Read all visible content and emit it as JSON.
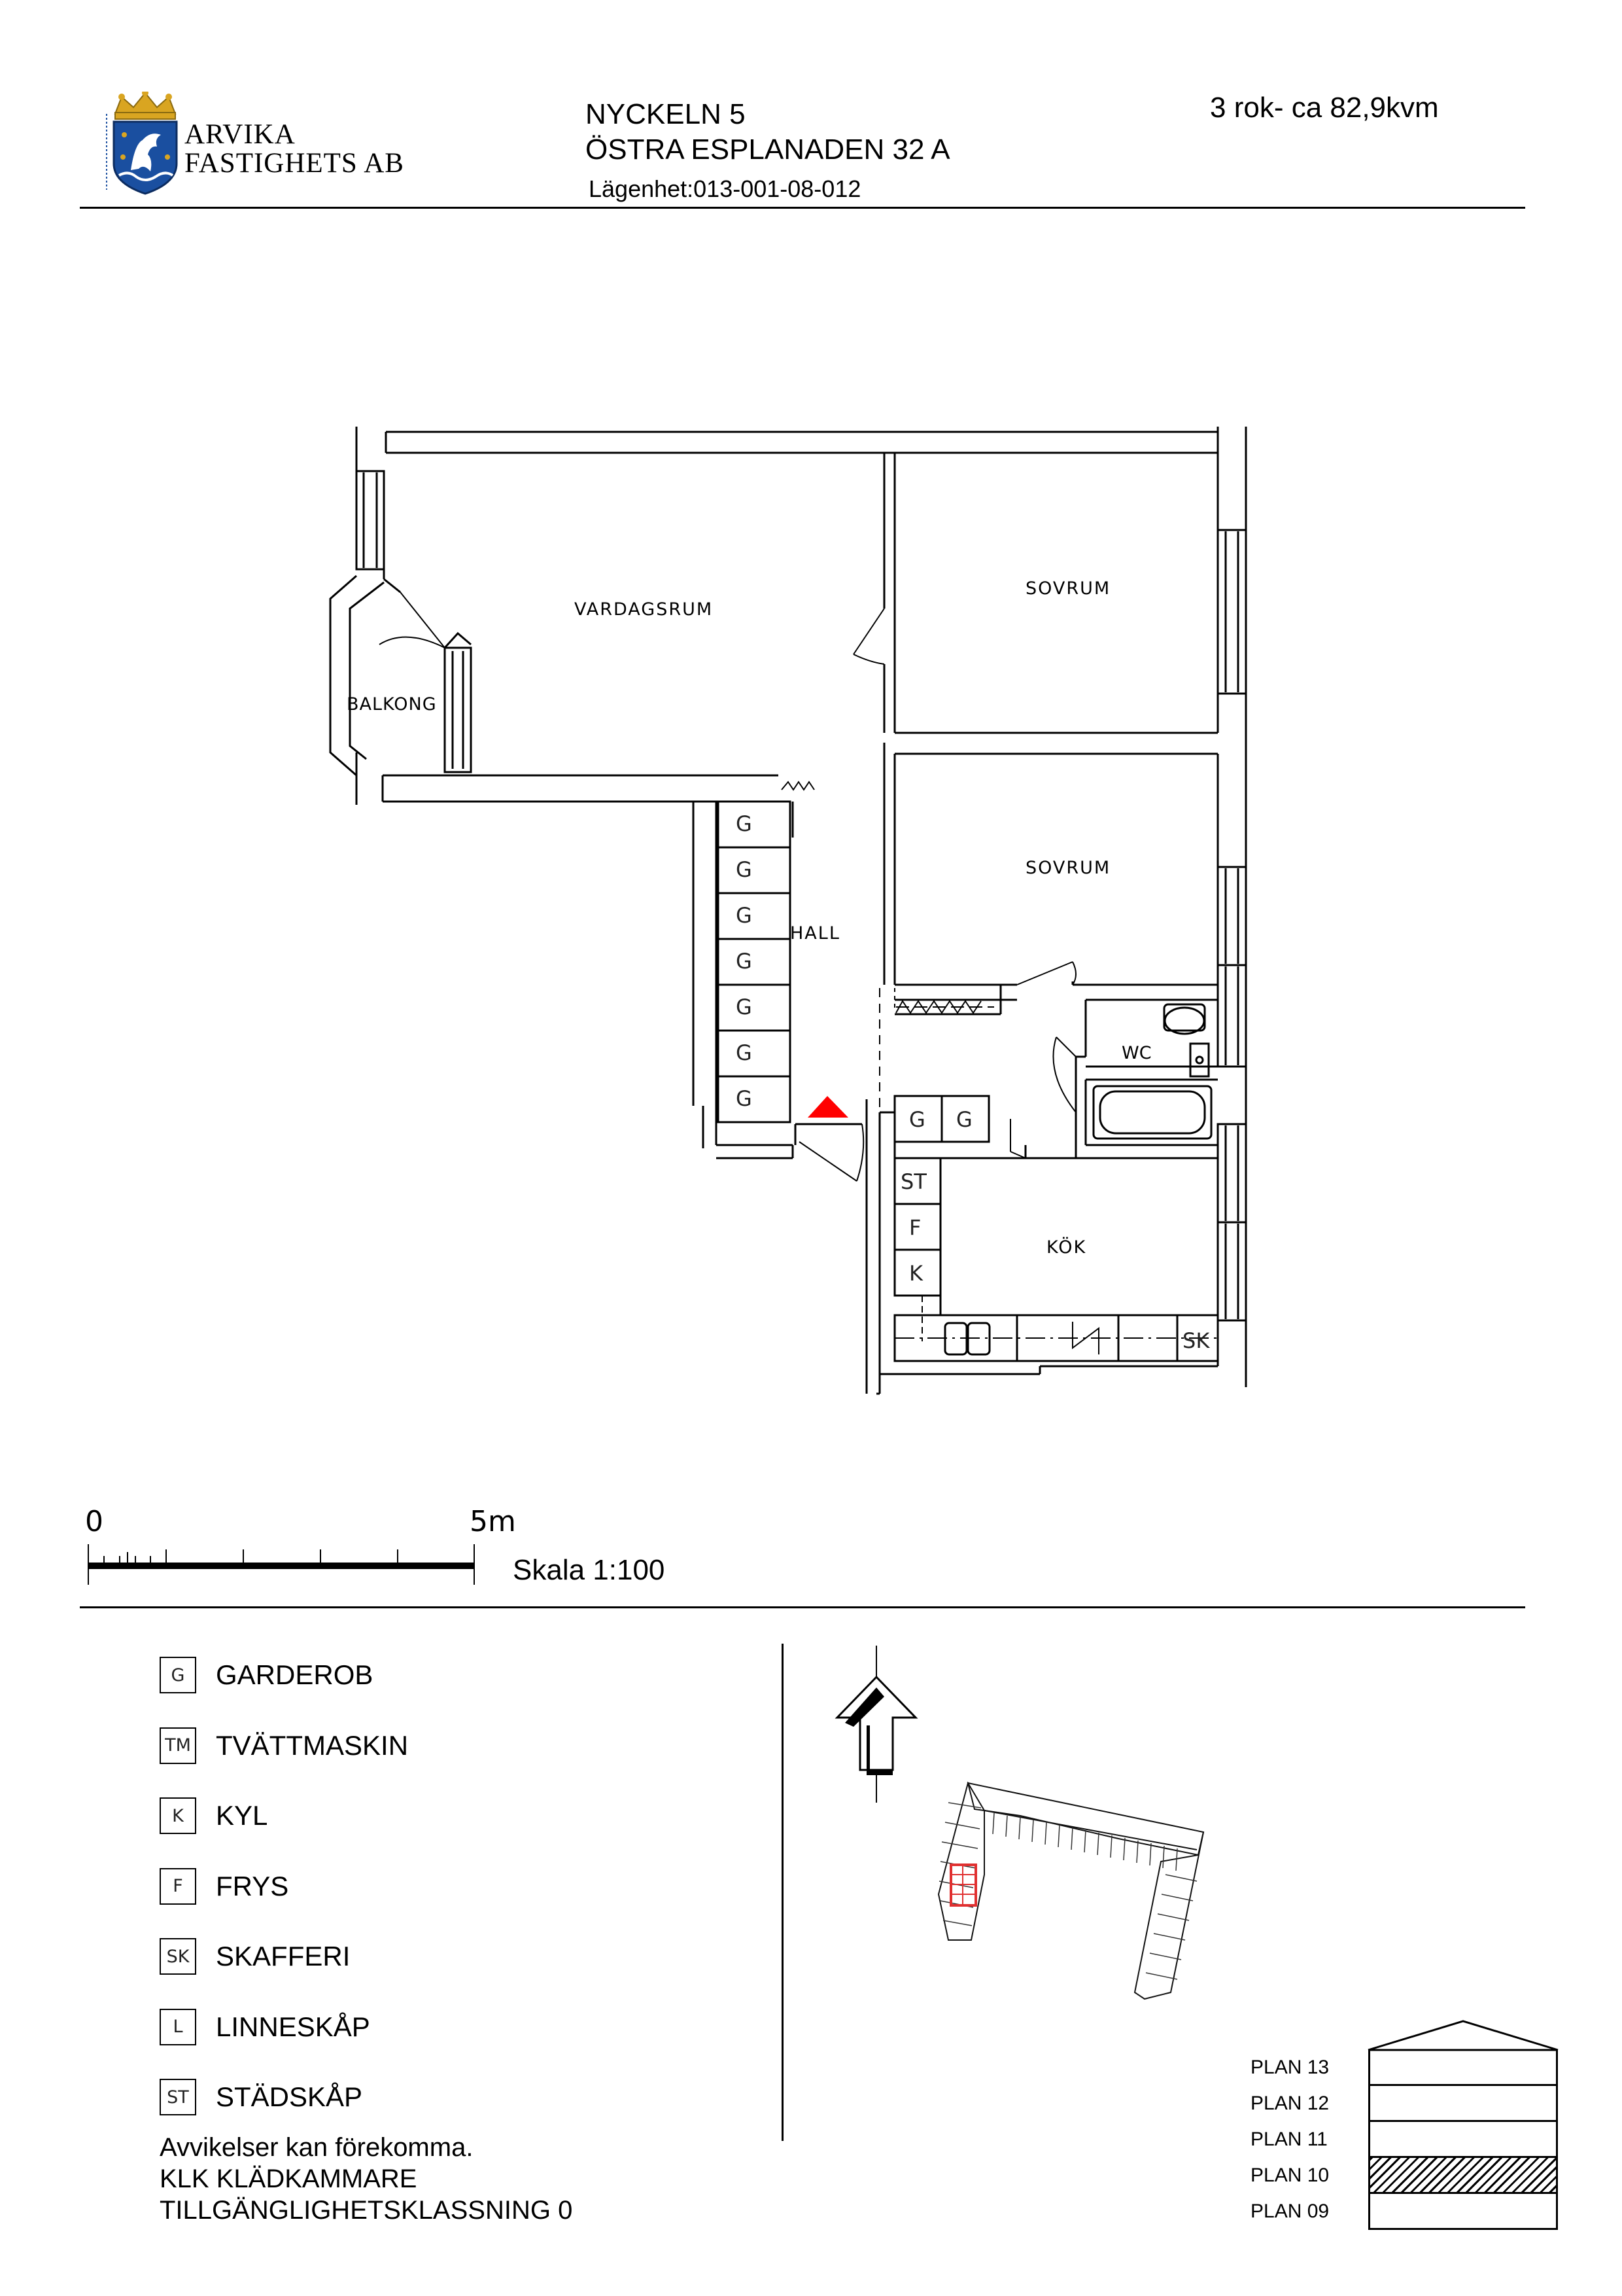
{
  "company": {
    "line1": "ARVIKA",
    "line2": "FASTIGHETS AB"
  },
  "header": {
    "building": "NYCKELN 5",
    "address": "ÖSTRA ESPLANADEN 32 A",
    "apartment": "Lägenhet:013-001-08-012",
    "size": "3 rok- ca 82,9kvm"
  },
  "rooms": {
    "living": "VARDAGSRUM",
    "bedroom1": "SOVRUM",
    "bedroom2": "SOVRUM",
    "balcony": "BALKONG",
    "hall": "HALL",
    "wc": "WC",
    "kitchen": "KÖK"
  },
  "fixtures": {
    "wardrobe": "G",
    "cleaning": "ST",
    "freezer": "F",
    "fridge": "K",
    "pantry": "SK"
  },
  "scale": {
    "zero": "0",
    "five": "5m",
    "label": "Skala 1:100"
  },
  "legend": [
    {
      "code": "G",
      "label": "GARDEROB"
    },
    {
      "code": "TM",
      "label": "TVÄTTMASKIN"
    },
    {
      "code": "K",
      "label": "KYL"
    },
    {
      "code": "F",
      "label": "FRYS"
    },
    {
      "code": "SK",
      "label": "SKAFFERI"
    },
    {
      "code": "L",
      "label": "LINNESKÅP"
    },
    {
      "code": "ST",
      "label": "STÄDSKÅP"
    }
  ],
  "notes": {
    "line1": "Avvikelser kan förekomma.",
    "line2": "KLK KLÄDKAMMARE",
    "line3": "TILLGÄNGLIGHETSKLASSNING 0"
  },
  "floors": [
    {
      "label": "PLAN 13",
      "current": false
    },
    {
      "label": "PLAN 12",
      "current": false
    },
    {
      "label": "PLAN 11",
      "current": false
    },
    {
      "label": "PLAN 10",
      "current": true
    },
    {
      "label": "PLAN 09",
      "current": false
    }
  ],
  "colors": {
    "marker": "#ff0000",
    "highlight": "#e03030",
    "logo_blue": "#1a4fa0",
    "logo_gold": "#d9a521"
  }
}
